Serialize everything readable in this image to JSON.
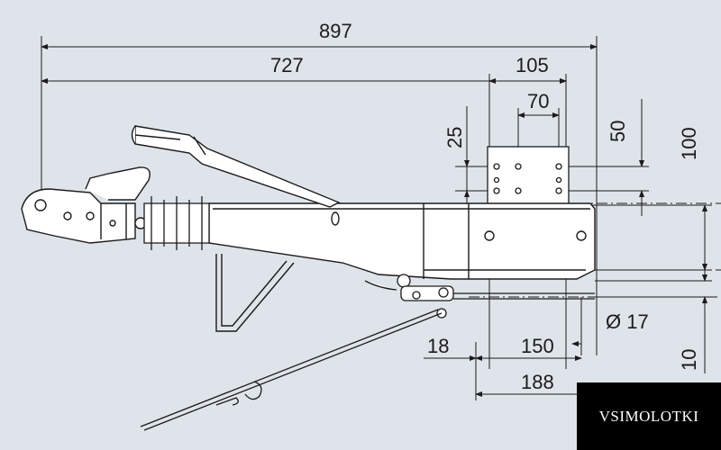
{
  "dimensions": {
    "overall_length": "897",
    "length_to_mount": "727",
    "mount_plate_width": "105",
    "mount_hole_spacing_h": "70",
    "mount_hole_spacing_v": "25",
    "plate_height": "50",
    "height_to_axis": "100",
    "rod_offset": "18",
    "rod_length_a": "150",
    "rod_length_b": "188",
    "rod_diameter": "Ø 17",
    "bottom_offset": "10"
  },
  "watermark": "VSIMOLOTKI",
  "colors": {
    "background": "#dfe4ea",
    "line": "#1b1b1b",
    "part_fill": "#ffffff"
  }
}
